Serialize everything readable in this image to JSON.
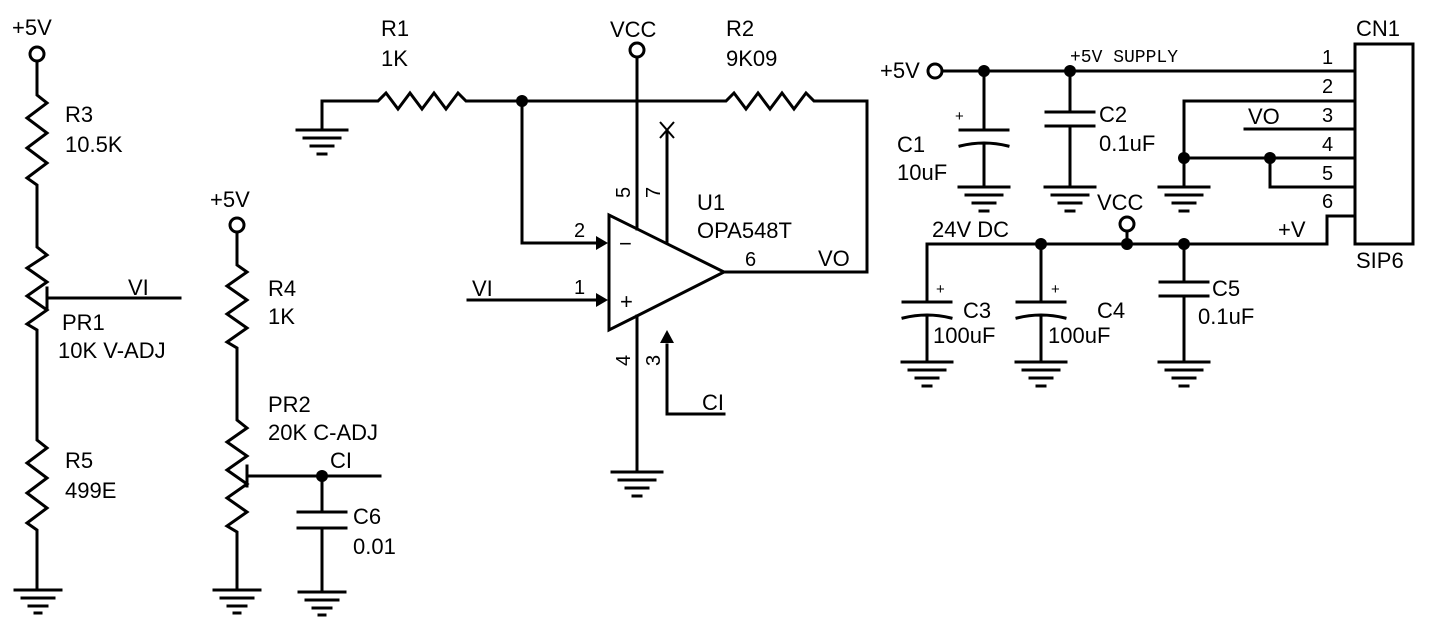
{
  "left": {
    "p5v_top": "+5V",
    "r3": {
      "ref": "R3",
      "value": "10.5K"
    },
    "pr1": {
      "ref": "PR1",
      "value": "10K V-ADJ"
    },
    "vi_out": "VI",
    "r5": {
      "ref": "R5",
      "value": "499E"
    }
  },
  "mid_left": {
    "p5v": "+5V",
    "r4": {
      "ref": "R4",
      "value": "1K"
    },
    "pr2": {
      "ref": "PR2",
      "value": "20K C-ADJ"
    },
    "ci": "CI",
    "c6": {
      "ref": "C6",
      "value": "0.01"
    }
  },
  "amp": {
    "r1": {
      "ref": "R1",
      "value": "1K"
    },
    "vcc": "VCC",
    "r2": {
      "ref": "R2",
      "value": "9K09"
    },
    "u1": {
      "ref": "U1",
      "value": "OPA548T"
    },
    "vi_in": "VI",
    "pins": {
      "p1": "1",
      "p2": "2",
      "p3": "3",
      "p4": "4",
      "p5": "5",
      "p6": "6",
      "p7": "7"
    },
    "minus": "−",
    "plus": "+",
    "vo": "VO",
    "ci": "CI"
  },
  "supply": {
    "p5v": "+5V",
    "p5v_supply": "+5V SUPPLY",
    "c1": {
      "ref": "C1",
      "value": "10uF"
    },
    "c2": {
      "ref": "C2",
      "value": "0.1uF"
    },
    "vcc": "VCC",
    "dc24": "24V DC",
    "c3": {
      "ref": "C3",
      "value": "100uF"
    },
    "c4": {
      "ref": "C4",
      "value": "100uF"
    },
    "c5": {
      "ref": "C5",
      "value": "0.1uF"
    },
    "plus_v": "+V",
    "vo": "VO",
    "polarity_plus": "+"
  },
  "connector": {
    "ref": "CN1",
    "type": "SIP6",
    "pins": [
      "1",
      "2",
      "3",
      "4",
      "5",
      "6"
    ]
  }
}
